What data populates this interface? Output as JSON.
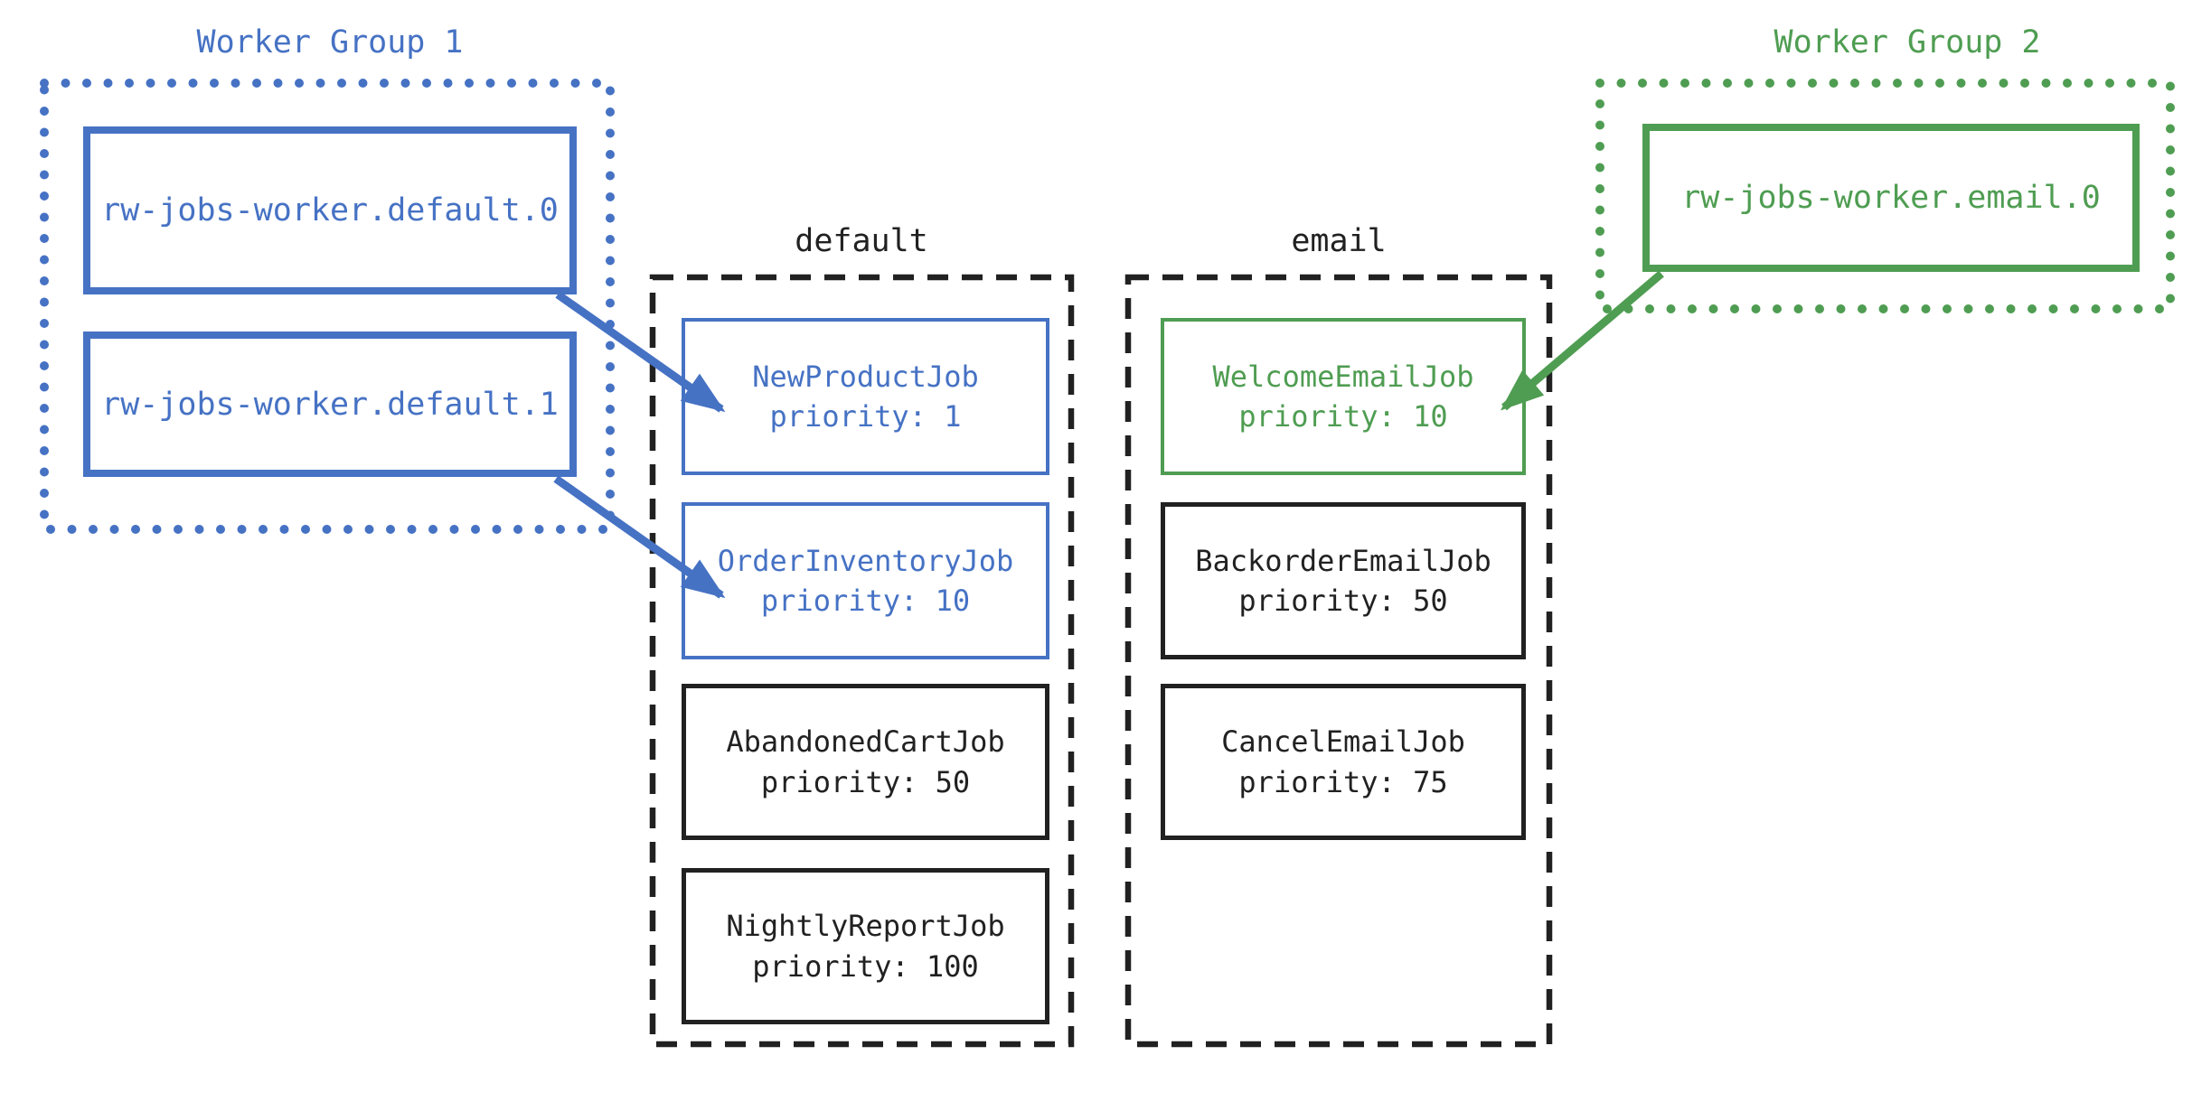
{
  "diagram": {
    "background": "#ffffff",
    "colors": {
      "worker_group_1": "#4672C4",
      "worker_group_2": "#4F9D52",
      "neutral_ink": "#212121"
    },
    "worker_groups": [
      {
        "label": "Worker Group 1",
        "color": "#4672C4",
        "workers": [
          {
            "name": "rw-jobs-worker.default.0"
          },
          {
            "name": "rw-jobs-worker.default.1"
          }
        ]
      },
      {
        "label": "Worker Group 2",
        "color": "#4F9D52",
        "workers": [
          {
            "name": "rw-jobs-worker.email.0"
          }
        ]
      }
    ],
    "queues": [
      {
        "name": "default",
        "jobs": [
          {
            "name": "NewProductJob",
            "priority_label": "priority: 1",
            "highlight": "#4672C4"
          },
          {
            "name": "OrderInventoryJob",
            "priority_label": "priority: 10",
            "highlight": "#4672C4"
          },
          {
            "name": "AbandonedCartJob",
            "priority_label": "priority: 50",
            "highlight": "#212121"
          },
          {
            "name": "NightlyReportJob",
            "priority_label": "priority: 100",
            "highlight": "#212121"
          }
        ]
      },
      {
        "name": "email",
        "jobs": [
          {
            "name": "WelcomeEmailJob",
            "priority_label": "priority: 10",
            "highlight": "#4F9D52"
          },
          {
            "name": "BackorderEmailJob",
            "priority_label": "priority: 50",
            "highlight": "#212121"
          },
          {
            "name": "CancelEmailJob",
            "priority_label": "priority: 75",
            "highlight": "#212121"
          }
        ]
      }
    ],
    "arrows": [
      {
        "from": "rw-jobs-worker.default.0",
        "to": "NewProductJob",
        "color": "#4672C4"
      },
      {
        "from": "rw-jobs-worker.default.1",
        "to": "OrderInventoryJob",
        "color": "#4672C4"
      },
      {
        "from": "rw-jobs-worker.email.0",
        "to": "WelcomeEmailJob",
        "color": "#4F9D52"
      }
    ]
  }
}
